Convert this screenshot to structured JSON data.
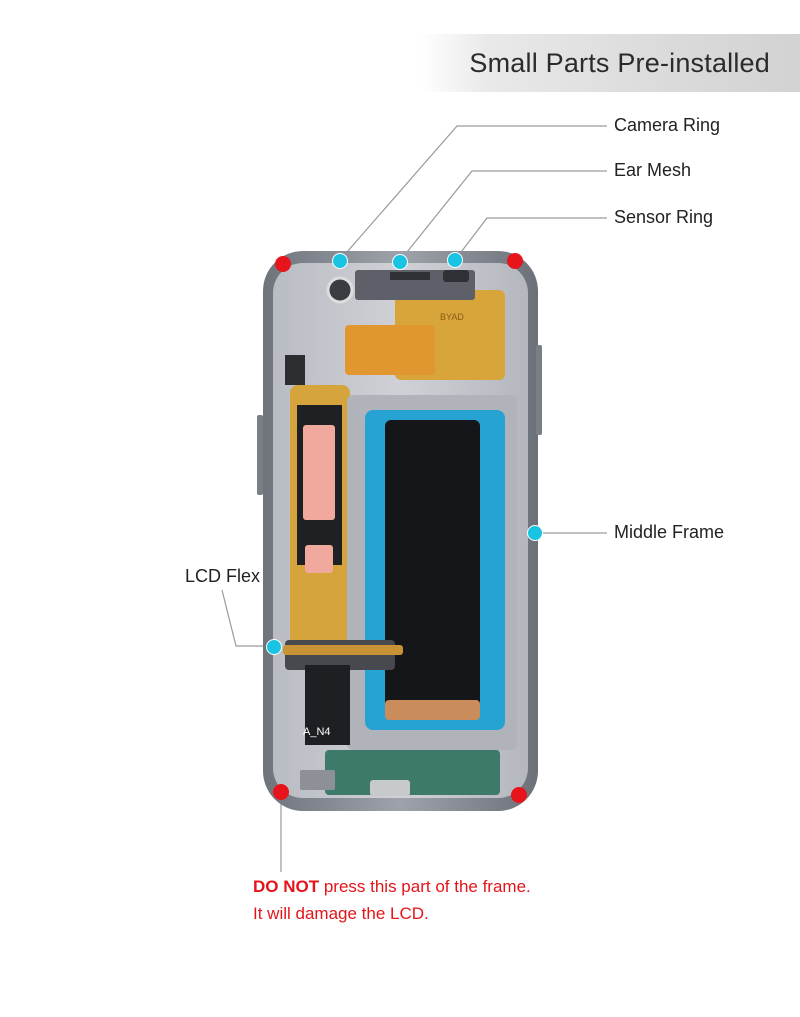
{
  "banner": {
    "title": "Small Parts Pre-installed"
  },
  "callouts": {
    "camera_ring": "Camera Ring",
    "ear_mesh": "Ear Mesh",
    "sensor_ring": "Sensor Ring",
    "middle_frame": "Middle Frame",
    "lcd_flex": "LCD Flex"
  },
  "board_marks": {
    "top_label": "BYAD",
    "flex_label": "A_N4"
  },
  "warning": {
    "emphasis": "DO NOT",
    "line1_rest": " press this part of the frame.",
    "line2": "It will damage the LCD."
  },
  "colors": {
    "warning_red": "#e4141b",
    "marker_red": "#e8141c",
    "marker_cyan": "#19c4e3",
    "frame_gray": "#8a8d96",
    "battery_cover_blue": "#27a3d3"
  }
}
